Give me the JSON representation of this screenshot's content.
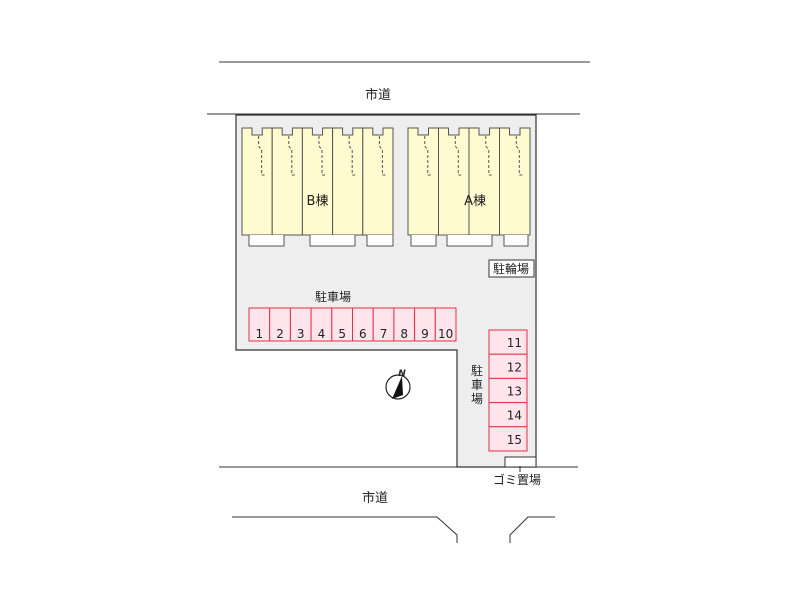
{
  "roads": {
    "top_label": "市道",
    "bottom_label": "市道"
  },
  "buildings": [
    {
      "label": "B棟",
      "units": 5
    },
    {
      "label": "A棟",
      "units": 4
    }
  ],
  "bicycle_parking_label": "駐輪場",
  "parking_main_label": "駐車場",
  "parking_side_label": [
    "駐",
    "車",
    "場"
  ],
  "parking_row": [
    "1",
    "2",
    "3",
    "4",
    "5",
    "6",
    "7",
    "8",
    "9",
    "10"
  ],
  "parking_column": [
    "11",
    "12",
    "13",
    "14",
    "15"
  ],
  "garbage_label": "ゴミ置場",
  "compass_label": "N",
  "colors": {
    "lot": "#eeeeee",
    "building": "#fffbd0",
    "parking_fill": "#ffe4ec",
    "parking_stroke": "#e0304a"
  }
}
